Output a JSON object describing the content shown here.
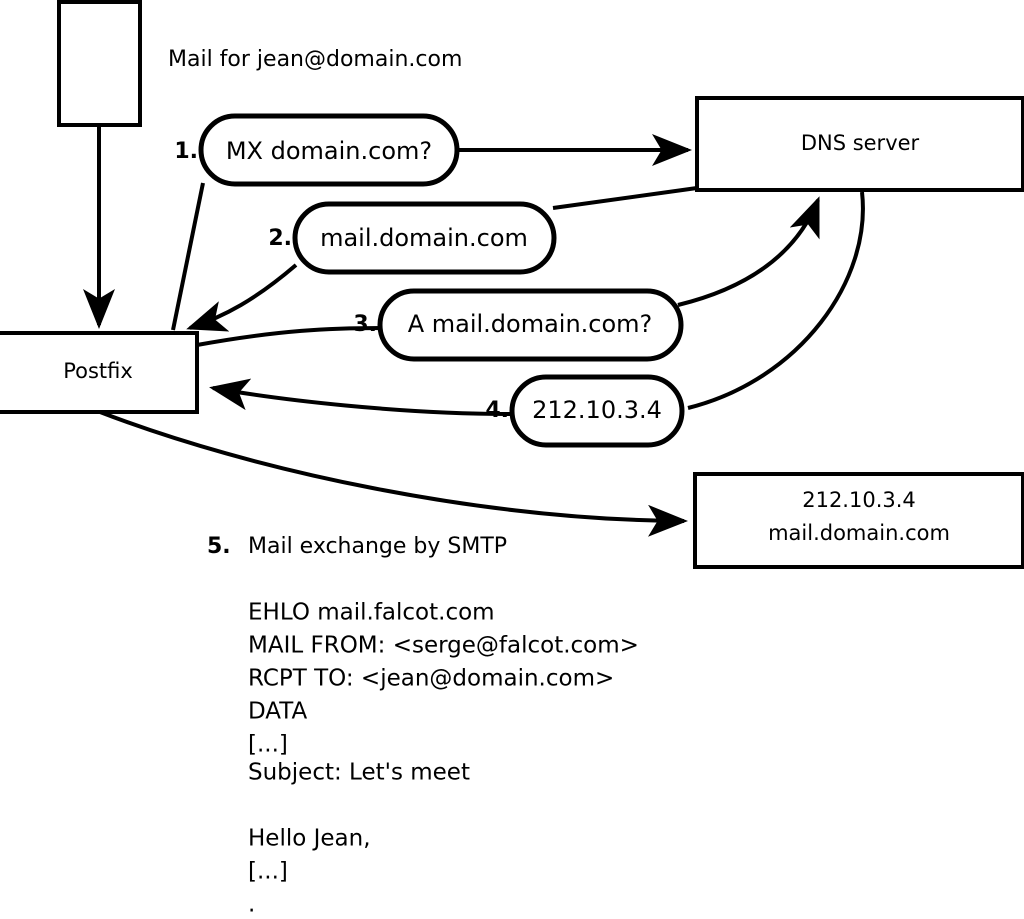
{
  "diagram": {
    "title_note": "Mail for jean@domain.com",
    "nodes": [
      {
        "id": "client",
        "label": ""
      },
      {
        "id": "postfix",
        "label": "Postfix"
      },
      {
        "id": "dns",
        "label": "DNS server"
      },
      {
        "id": "mailserver",
        "line1": "212.10.3.4",
        "line2": "mail.domain.com"
      }
    ],
    "steps": [
      {
        "num": "1.",
        "label": "MX domain.com?"
      },
      {
        "num": "2.",
        "label": "mail.domain.com"
      },
      {
        "num": "3.",
        "label": "A mail.domain.com?"
      },
      {
        "num": "4.",
        "label": "212.10.3.4"
      }
    ],
    "step5": {
      "num": "5.",
      "label": "Mail exchange by SMTP"
    },
    "transcript": [
      "EHLO mail.falcot.com",
      "MAIL FROM: <serge@falcot.com>",
      "RCPT TO: <jean@domain.com>",
      "DATA",
      "[...]",
      "Subject: Let's meet",
      "",
      "Hello Jean,",
      "[...]",
      "",
      "."
    ],
    "colors": {
      "stroke": "#000000",
      "fill": "#ffffff",
      "text": "#000000"
    }
  }
}
